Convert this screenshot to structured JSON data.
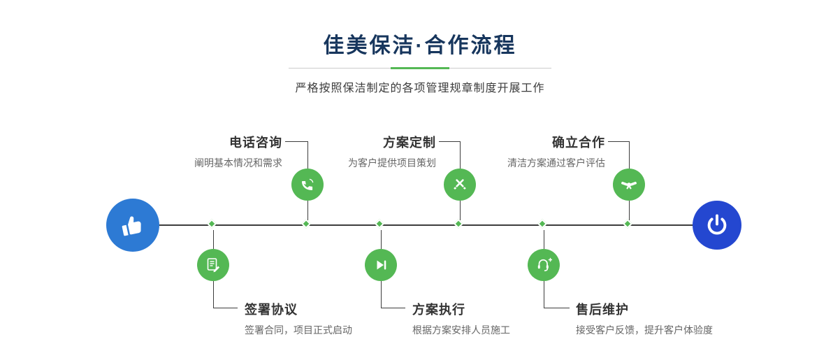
{
  "header": {
    "title": "佳美保洁·合作流程",
    "subtitle": "严格按照保洁制定的各项管理规章制度开展工作"
  },
  "steps_top": [
    {
      "title": "电话咨询",
      "desc": "阐明基本情况和需求",
      "icon": "phone-icon"
    },
    {
      "title": "方案定制",
      "desc": "为客户提供项目策划",
      "icon": "design-icon"
    },
    {
      "title": "确立合作",
      "desc": "清洁方案通过客户评估",
      "icon": "handshake-icon"
    }
  ],
  "steps_bottom": [
    {
      "title": "签署协议",
      "desc": "签署合同，项目正式启动",
      "icon": "contract-icon"
    },
    {
      "title": "方案执行",
      "desc": "根据方案安排人员施工",
      "icon": "play-icon"
    },
    {
      "title": "售后维护",
      "desc": "接受客户反馈，提升客户体验度",
      "icon": "headset-icon"
    }
  ],
  "endpoints": {
    "start_icon": "pointer-hand-icon",
    "end_icon": "power-icon"
  },
  "colors": {
    "title_blue": "#17365d",
    "accent_green": "#54b854",
    "start_blue": "#2d7ad4",
    "end_blue": "#2447d0",
    "line_dark": "#3d3d3d",
    "divider_gray": "#cccccc",
    "step_title_gray": "#333333",
    "desc_gray": "#666666"
  }
}
